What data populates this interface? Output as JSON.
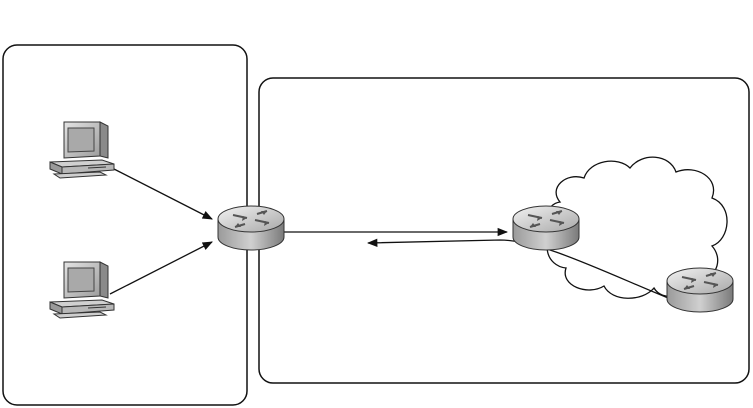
{
  "diagram": {
    "nodes": [
      {
        "id": "pc-top",
        "kind": "workstation",
        "icon": "computer-icon"
      },
      {
        "id": "pc-bottom",
        "kind": "workstation",
        "icon": "computer-icon"
      },
      {
        "id": "edge-router",
        "kind": "router",
        "icon": "router-icon"
      },
      {
        "id": "core-router-left",
        "kind": "router",
        "icon": "router-icon"
      },
      {
        "id": "core-router-right",
        "kind": "router",
        "icon": "router-icon"
      },
      {
        "id": "network-cloud",
        "kind": "cloud",
        "icon": "cloud-icon"
      }
    ],
    "connections": [
      {
        "from": "pc-top",
        "to": "edge-router",
        "style": "arrow"
      },
      {
        "from": "pc-bottom",
        "to": "edge-router",
        "style": "arrow"
      },
      {
        "from": "edge-router",
        "to": "core-router-left",
        "style": "arrow"
      },
      {
        "from": "core-router-right",
        "to": "edge-router",
        "style": "curved-arrow"
      }
    ],
    "colors": {
      "stroke": "#111111",
      "device_light": "#d8d8d8",
      "device_dark": "#7a7a7a",
      "screen": "#a9a9a9"
    }
  }
}
